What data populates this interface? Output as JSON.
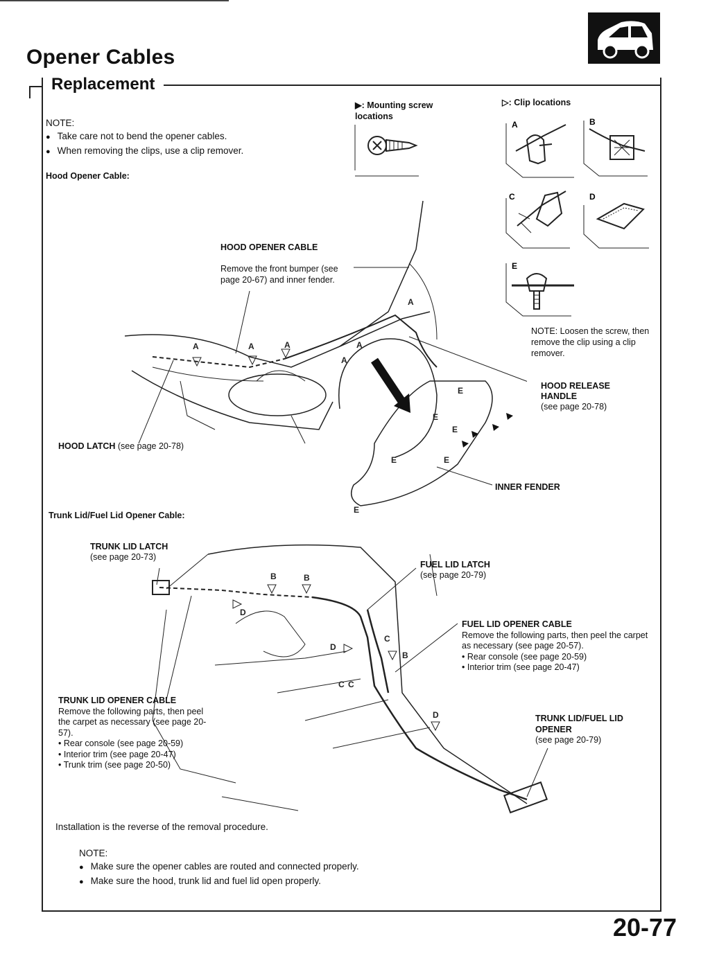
{
  "header": {
    "title": "Opener Cables",
    "subtitle": "Replacement",
    "page_number": "20-77"
  },
  "legend": {
    "mounting_screw": "▶: Mounting screw locations",
    "clip_locations": "▷: Clip locations",
    "clip_letters": [
      "A",
      "B",
      "C",
      "D",
      "E"
    ],
    "clip_e_note": "NOTE: Loosen the screw, then remove the clip using a clip remover."
  },
  "note_top": {
    "heading": "NOTE:",
    "items": [
      "Take care not to bend the opener cables.",
      "When removing the clips, use a clip remover."
    ]
  },
  "hood_section": {
    "heading": "Hood Opener Cable:",
    "cable_label": "HOOD OPENER CABLE",
    "cable_text": "Remove the front bumper (see page 20-67) and inner fender.",
    "latch_label": "HOOD LATCH",
    "latch_ref": "(see page 20-78)",
    "release_label": "HOOD RELEASE HANDLE",
    "release_ref": "(see page 20-78)",
    "inner_fender_label": "INNER FENDER"
  },
  "trunk_section": {
    "heading": "Trunk Lid/Fuel Lid Opener Cable:",
    "trunk_latch_label": "TRUNK LID LATCH",
    "trunk_latch_ref": "(see page 20-73)",
    "fuel_latch_label": "FUEL LID LATCH",
    "fuel_latch_ref": "(see page 20-79)",
    "fuel_cable_label": "FUEL LID OPENER CABLE",
    "fuel_cable_text": "Remove the following parts, then peel the carpet as necessary (see page 20-57).",
    "fuel_cable_items": [
      "• Rear console (see page 20-59)",
      "• Interior trim (see page 20-47)"
    ],
    "trunk_cable_label": "TRUNK LID OPENER CABLE",
    "trunk_cable_text": "Remove the following parts, then peel the carpet as necessary (see page 20-57).",
    "trunk_cable_items": [
      "• Rear console (see page 20-59)",
      "• Interior trim (see page 20-47)",
      "• Trunk trim (see page 20-50)"
    ],
    "opener_label": "TRUNK LID/FUEL LID OPENER",
    "opener_ref": "(see page 20-79)"
  },
  "installation": {
    "text": "Installation is the reverse of the removal procedure.",
    "heading": "NOTE:",
    "items": [
      "Make sure the opener cables are routed and connected properly.",
      "Make sure the hood, trunk lid and fuel lid open properly."
    ]
  }
}
